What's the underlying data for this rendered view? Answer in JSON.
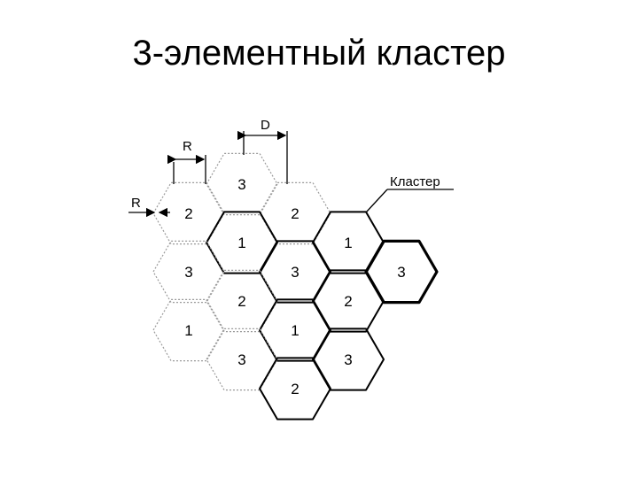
{
  "title": "3-элементный кластер",
  "labels": {
    "r_top": "R",
    "r_left": "R",
    "d": "D",
    "cluster": "Кластер"
  },
  "cells": [
    {
      "label": "3",
      "style": "dotted"
    },
    {
      "label": "2",
      "style": "dotted"
    },
    {
      "label": "2",
      "style": "dotted"
    },
    {
      "label": "1",
      "style": "solid"
    },
    {
      "label": "1",
      "style": "solid"
    },
    {
      "label": "3",
      "style": "dotted"
    },
    {
      "label": "3",
      "style": "solid"
    },
    {
      "label": "3",
      "style": "cluster"
    },
    {
      "label": "2",
      "style": "dotted"
    },
    {
      "label": "2",
      "style": "solid"
    },
    {
      "label": "1",
      "style": "dotted"
    },
    {
      "label": "1",
      "style": "solid"
    },
    {
      "label": "3",
      "style": "dotted"
    },
    {
      "label": "3",
      "style": "solid"
    },
    {
      "label": "2",
      "style": "solid"
    }
  ]
}
